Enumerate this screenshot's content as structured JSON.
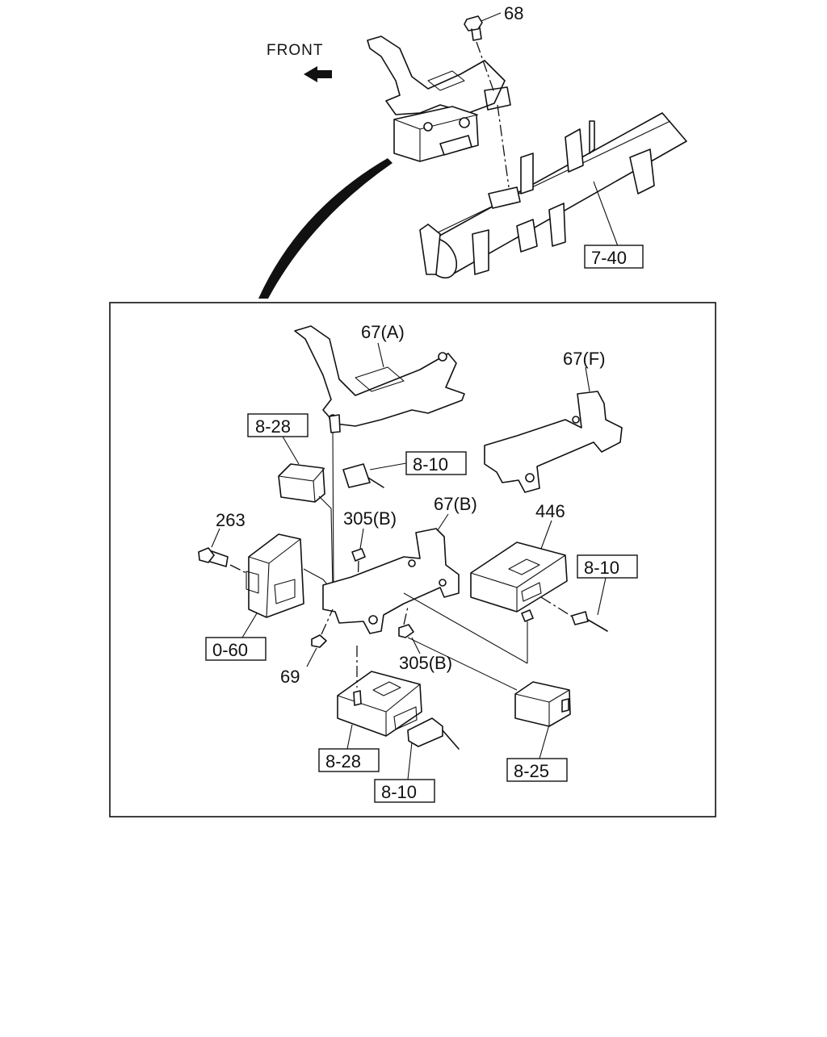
{
  "diagram": {
    "front_label": "FRONT",
    "top_callouts": {
      "bolt_68": "68",
      "crossmember_ref": "7-40"
    },
    "detail_callouts": {
      "bracket_a": "67(A)",
      "bracket_f": "67(F)",
      "bracket_b": "67(B)",
      "relay_ref_upper": "8-28",
      "connector_ref_upper": "8-10",
      "bolt_263": "263",
      "nut_305b_upper": "305(B)",
      "module_446": "446",
      "connector_ref_right": "8-10",
      "unit_ref_left": "0-60",
      "nut_69": "69",
      "nut_305b_lower": "305(B)",
      "control_unit_ref_lower": "8-28",
      "connector_ref_lower": "8-10",
      "relay_ref_right": "8-25"
    }
  }
}
